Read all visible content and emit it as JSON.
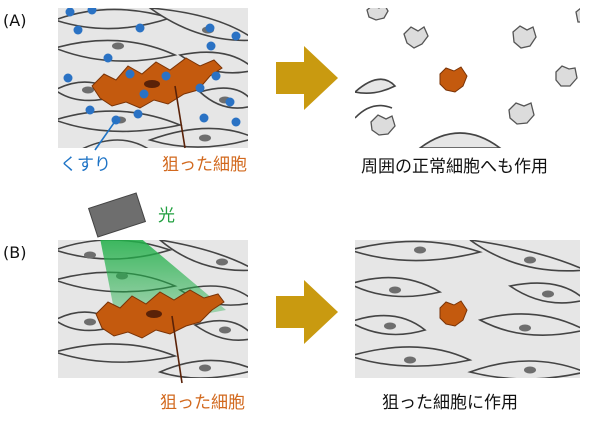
{
  "panels": {
    "a": {
      "letter": "(A)",
      "drug_label": "くすり",
      "target_label": "狙った細胞",
      "result_caption": "周囲の正常細胞へも作用"
    },
    "b": {
      "letter": "(B)",
      "light_label": "光",
      "target_label": "狙った細胞",
      "result_caption": "狙った細胞に作用"
    }
  },
  "colors": {
    "cell_fill": "#e6e6e6",
    "cell_outline": "#444444",
    "target_cell": "#c45a0e",
    "drug_dot": "#2a72c4",
    "light": "#22b04a",
    "arrow": "#c99a10",
    "lamp": "#6e6e6e",
    "target_label_text": "#d2691e",
    "drug_label_text": "#1f74c6",
    "light_label_text": "#22a040"
  },
  "icons": {
    "arrow": "right-arrow-icon",
    "lamp": "light-source-icon"
  }
}
